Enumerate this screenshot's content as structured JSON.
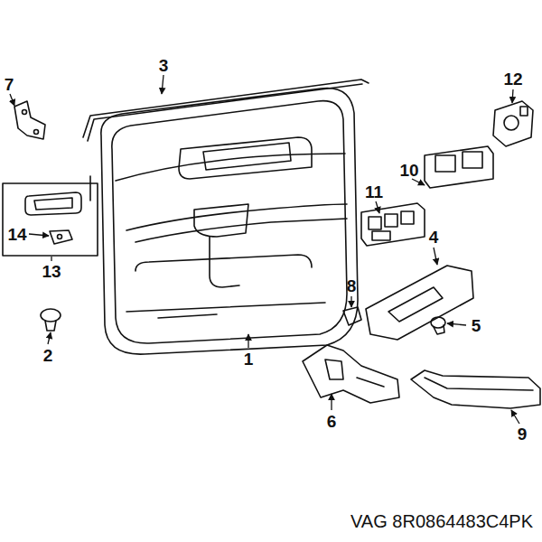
{
  "diagram": {
    "labels": [
      "3",
      "7",
      "12",
      "10",
      "11",
      "14",
      "4",
      "13",
      "8",
      "5",
      "2",
      "1",
      "6",
      "9",
      "VAG 8R0864483C4PK"
    ]
  }
}
